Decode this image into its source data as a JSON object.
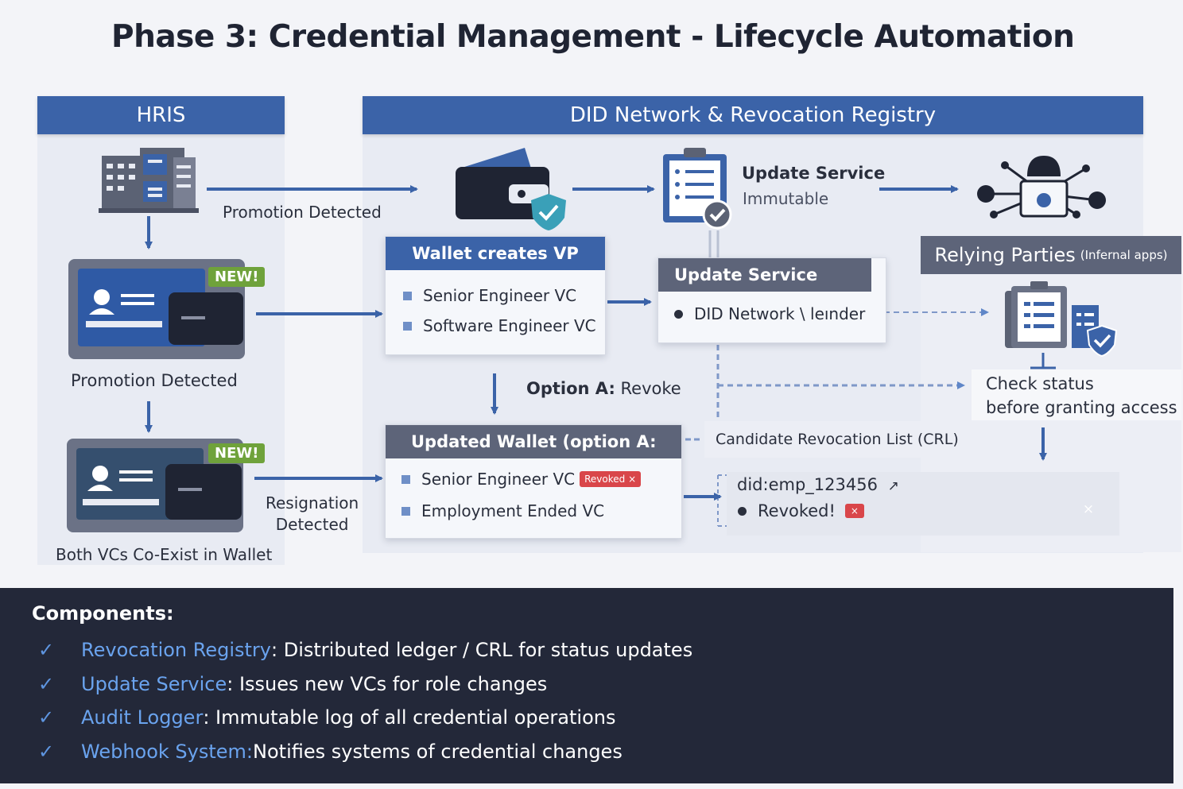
{
  "title": "Phase 3: Credential Management - Lifecycle Automation",
  "hris": {
    "header": "HRIS",
    "promotion_arrow_label": "Promotion Detected",
    "new_badge": "NEW!",
    "promotion_label": "Promotion Detected",
    "resignation_label_1": "Resignation",
    "resignation_label_2": "Detected",
    "coexist_label": "Both VCs Co-Exist in Wallet"
  },
  "did": {
    "header": "DID Network & Revocation Registry",
    "update_service_top": "Update Service",
    "immutable": "Immutable",
    "wallet_vp": {
      "title": "Wallet creates  VP",
      "items": [
        "Senior Engineer VC",
        "Software Engineer VC"
      ]
    },
    "update_service_card": {
      "title": "Update Service",
      "item": "DID Network \\ leınder"
    },
    "option_a_bold": "Option A:",
    "option_a_text": " Revoke",
    "updated_wallet": {
      "title": "Updated Wallet (option A:",
      "items": [
        "Senior Engineer VC",
        "Employment Ended VC"
      ],
      "revoked_badge": "Revoked ×"
    },
    "crl_label": "Candidate Revocation List (CRL)",
    "did_emp": "did:emp_123456",
    "revoked_status": "Revoked!",
    "x_mark": "×",
    "close_mark": "×"
  },
  "relying": {
    "header_main": "Relying Parties",
    "header_small": "(Infernal apps)",
    "check_1": "Check status",
    "check_2": "before granting access"
  },
  "components": {
    "title": "Components:",
    "items": [
      {
        "name": "Revocation Registry",
        "desc": ": Distributed ledger / CRL for status updates"
      },
      {
        "name": "Update Service",
        "desc": ": Issues new VCs for role changes"
      },
      {
        "name": "Audit Logger",
        "desc": ": Immutable log of all credential operations"
      },
      {
        "name": "Webhook System:",
        "desc": " Notifies systems of credential changes"
      }
    ]
  },
  "colors": {
    "header_blue": "#3b63a8",
    "card_gray": "#5d6479",
    "accent_green": "#6fa23b",
    "revoked_red": "#d9464a",
    "footer_bg": "#232839",
    "component_name": "#6aa3ee"
  }
}
